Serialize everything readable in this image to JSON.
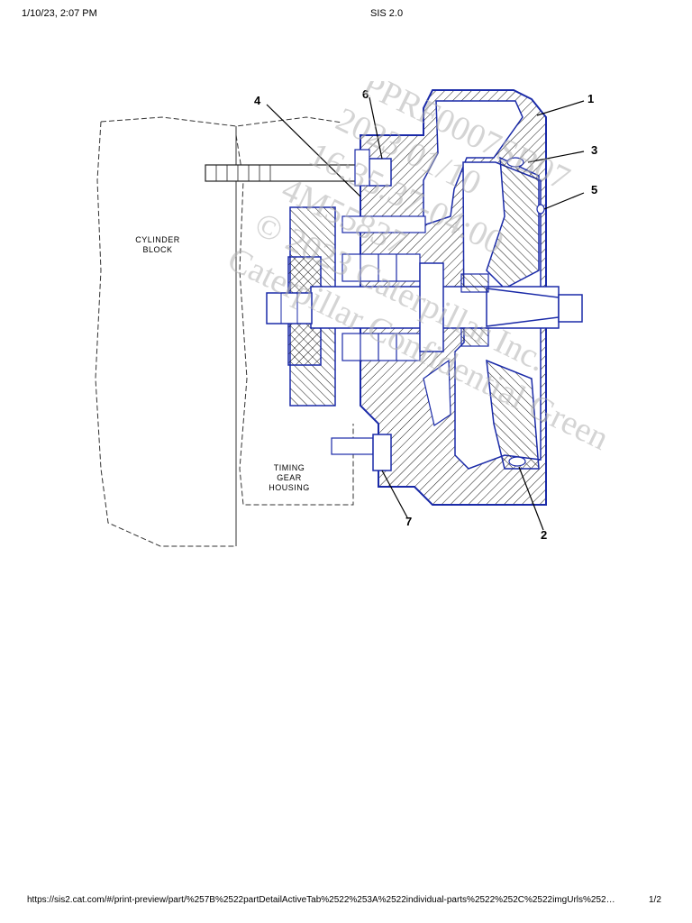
{
  "header": {
    "datetime": "1/10/23, 2:07 PM",
    "title": "SIS 2.0"
  },
  "figure": {
    "labels": {
      "cylinder_block": "CYLINDER BLOCK",
      "timing_gear_housing": "TIMING GEAR HOUSING"
    },
    "callouts": [
      "1",
      "2",
      "3",
      "4",
      "5",
      "6",
      "7"
    ],
    "watermark": [
      "PPRF0007SB07",
      "2023/01/10",
      "16:35:37-04:00",
      "4M55837",
      "© 2023 Caterpillar Inc.",
      "Caterpillar Confidential Green"
    ]
  },
  "footer": {
    "url": "https://sis2.cat.com/#/print-preview/part/%257B%2522partDetailActiveTab%2522%253A%2522individual-parts%2522%252C%2522imgUrls%252…",
    "page": "1/2"
  }
}
